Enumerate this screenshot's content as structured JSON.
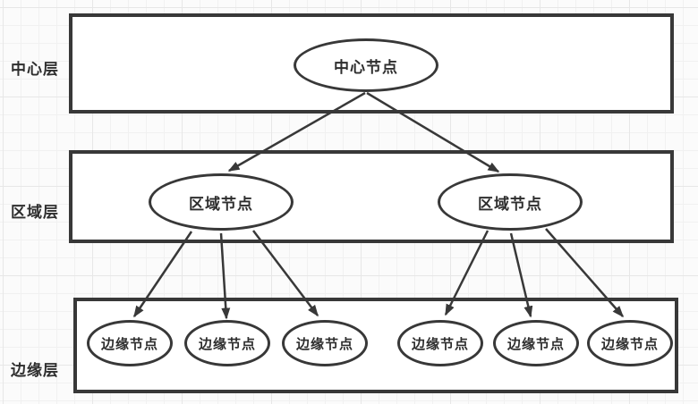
{
  "lanes": [
    {
      "label": "中心层"
    },
    {
      "label": "区域层"
    },
    {
      "label": "边缘层"
    }
  ],
  "nodes": {
    "center": {
      "label": "中心节点"
    },
    "region_left": {
      "label": "区域节点"
    },
    "region_right": {
      "label": "区域节点"
    },
    "edge_1": {
      "label": "边缘节点"
    },
    "edge_2": {
      "label": "边缘节点"
    },
    "edge_3": {
      "label": "边缘节点"
    },
    "edge_4": {
      "label": "边缘节点"
    },
    "edge_5": {
      "label": "边缘节点"
    },
    "edge_6": {
      "label": "边缘节点"
    }
  },
  "connections": [
    {
      "from": "center",
      "to": "region_left"
    },
    {
      "from": "center",
      "to": "region_right"
    },
    {
      "from": "region_left",
      "to": "edge_1"
    },
    {
      "from": "region_left",
      "to": "edge_2"
    },
    {
      "from": "region_left",
      "to": "edge_3"
    },
    {
      "from": "region_right",
      "to": "edge_4"
    },
    {
      "from": "region_right",
      "to": "edge_5"
    },
    {
      "from": "region_right",
      "to": "edge_6"
    }
  ],
  "colors": {
    "stroke": "#383838",
    "text": "#2e2e2e",
    "node_fill": "#ffffff",
    "grid_line": "#e7e7e7",
    "canvas_bg": "#fbfbfb"
  }
}
